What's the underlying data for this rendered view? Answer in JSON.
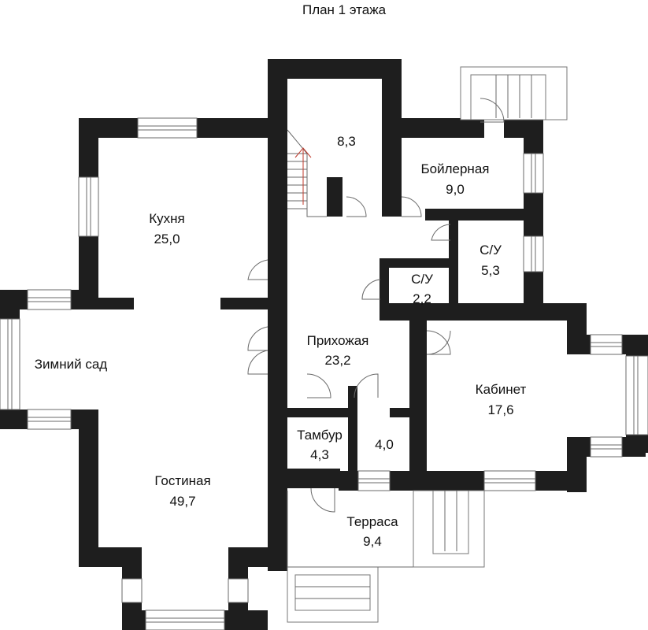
{
  "title": "План 1 этажа",
  "rooms": [
    {
      "key": "kitchen",
      "name": "Кухня",
      "area": "25,0"
    },
    {
      "key": "stair",
      "name": "",
      "area": "8,3"
    },
    {
      "key": "boiler",
      "name": "Бойлерная",
      "area": "9,0"
    },
    {
      "key": "wc1",
      "name": "С/У",
      "area": "5,3"
    },
    {
      "key": "wc2",
      "name": "С/У",
      "area": "2,2"
    },
    {
      "key": "winter_garden",
      "name": "Зимний сад",
      "area": ""
    },
    {
      "key": "hall",
      "name": "Прихожая",
      "area": "23,2"
    },
    {
      "key": "study",
      "name": "Кабинет",
      "area": "17,6"
    },
    {
      "key": "vestibule",
      "name": "Тамбур",
      "area": "4,3"
    },
    {
      "key": "closet",
      "name": "",
      "area": "4,0"
    },
    {
      "key": "living",
      "name": "Гостиная",
      "area": "49,7"
    },
    {
      "key": "terrace",
      "name": "Терраса",
      "area": "9,4"
    }
  ],
  "colors": {
    "wall": "#1e1e1e",
    "window": "#6a6a6a",
    "background": "#ffffff",
    "stair_arrow": "#c0392b"
  }
}
